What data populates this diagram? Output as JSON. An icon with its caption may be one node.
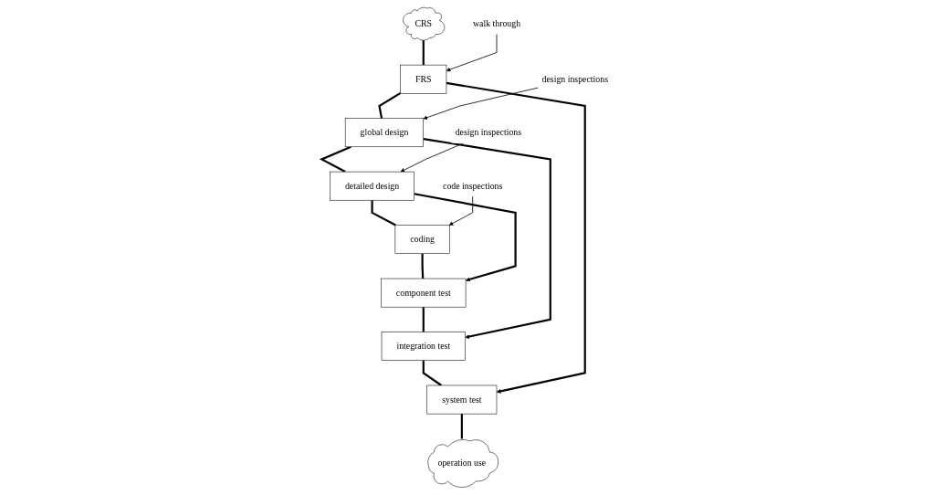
{
  "diagram": {
    "nodes": [
      {
        "text": [
          "CRS"
        ]
      },
      {
        "text": [
          "operation use"
        ]
      },
      {
        "text": [
          "walk through"
        ]
      },
      {
        "text": [
          "FRS"
        ]
      },
      {
        "text": [
          "system test"
        ]
      },
      {
        "text": [
          "design inspections"
        ]
      },
      {
        "text": [
          "global design"
        ]
      },
      {
        "text": [
          "integration test"
        ]
      },
      {
        "text": [
          "design inspections"
        ]
      },
      {
        "text": [
          "detailed design"
        ]
      },
      {
        "text": [
          "component test"
        ]
      },
      {
        "text": [
          "code inspections"
        ]
      },
      {
        "text": [
          "coding"
        ]
      }
    ],
    "edges": [
      {
        "from": 0,
        "to": 3,
        "arrow": "none"
      },
      {
        "from": 3,
        "to": 6,
        "arrow": "none"
      },
      {
        "from": 6,
        "to": 9,
        "arrow": "none"
      },
      {
        "from": 9,
        "to": 12,
        "arrow": "none"
      },
      {
        "from": 12,
        "to": 10,
        "arrow": "none"
      },
      {
        "from": 10,
        "to": 7,
        "arrow": "none"
      },
      {
        "from": 7,
        "to": 4,
        "arrow": "none"
      },
      {
        "from": 4,
        "to": 1,
        "arrow": "none"
      },
      {
        "from": 2,
        "to": 3,
        "arrow": "to"
      },
      {
        "from": 5,
        "to": 6,
        "arrow": "to"
      },
      {
        "from": 8,
        "to": 9,
        "arrow": "to"
      },
      {
        "from": 11,
        "to": 12,
        "arrow": "to"
      },
      {
        "from": 3,
        "to": 4,
        "arrow": "to"
      },
      {
        "from": 6,
        "to": 7,
        "arrow": "to"
      },
      {
        "from": 9,
        "to": 10,
        "arrow": "to"
      }
    ]
  }
}
